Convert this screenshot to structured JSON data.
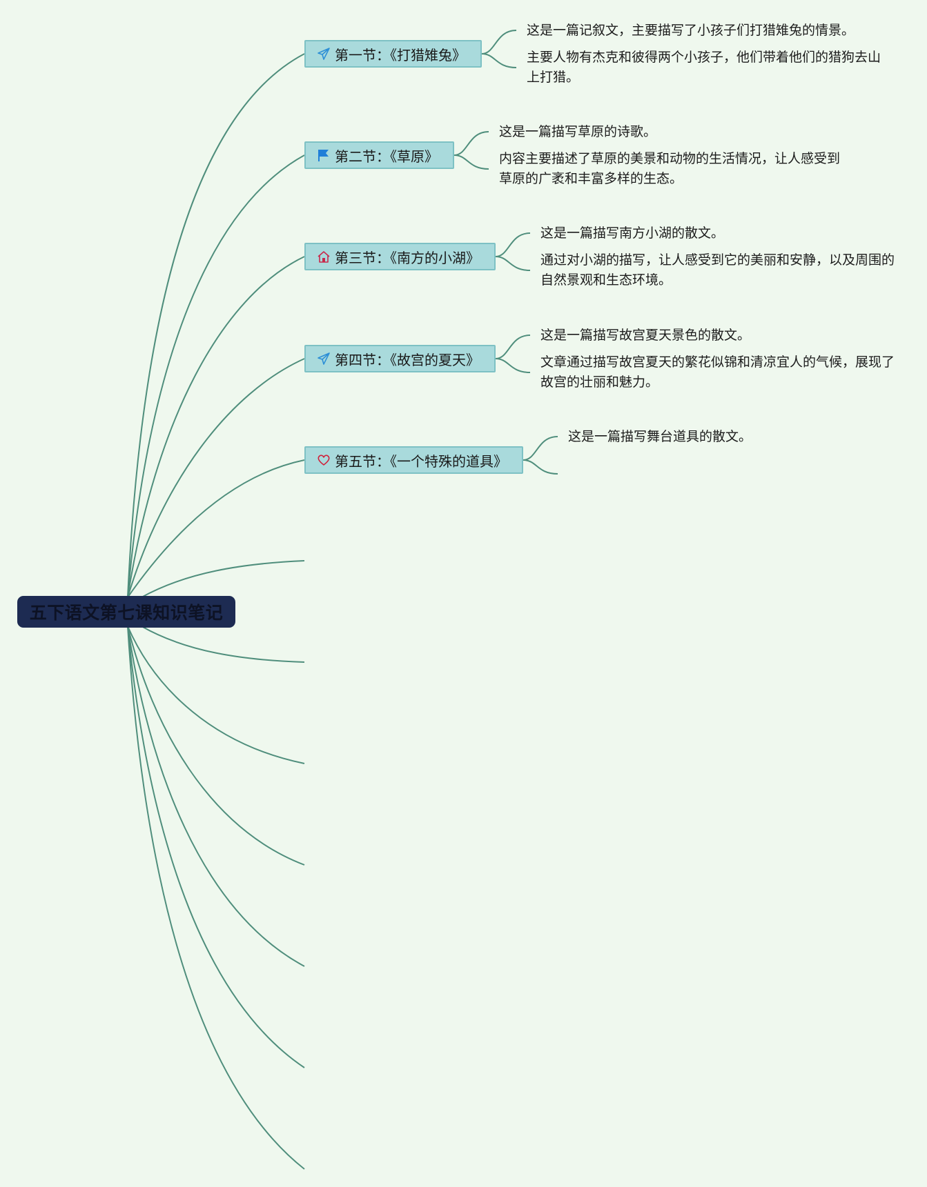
{
  "root": {
    "title": "五下语文第七课知识笔记"
  },
  "sections": [
    {
      "icon": "paper-plane-icon",
      "title": "第一节：《打猎雉兔》",
      "notes": [
        "这是一篇记叙文，主要描写了小孩子们打猎雉兔的情景。",
        "主要人物有杰克和彼得两个小孩子，他们带着他们的猎狗去山上打猎。"
      ]
    },
    {
      "icon": "flag-icon",
      "title": "第二节：《草原》",
      "notes": [
        "这是一篇描写草原的诗歌。",
        "内容主要描述了草原的美景和动物的生活情况，让人感受到草原的广袤和丰富多样的生态。"
      ]
    },
    {
      "icon": "home-icon",
      "title": "第三节：《南方的小湖》",
      "notes": [
        "这是一篇描写南方小湖的散文。",
        "通过对小湖的描写，让人感受到它的美丽和安静，以及周围的自然景观和生态环境。"
      ]
    },
    {
      "icon": "paper-plane-icon",
      "title": "第四节：《故宫的夏天》",
      "notes": [
        "这是一篇描写故宫夏天景色的散文。",
        "文章通过描写故宫夏天的繁花似锦和清凉宜人的气候，展现了故宫的壮丽和魅力。"
      ]
    },
    {
      "icon": "heart-icon",
      "title": "第五节：《一个特殊的道具》",
      "notes": [
        "这是一篇描写舞台道具的散文。",
        ""
      ]
    }
  ],
  "colors": {
    "background": "#eff8ee",
    "connector": "#4f8e7c",
    "root_fill": "#1d2b52",
    "topic_fill": "#a9dadc",
    "topic_border": "#7dc1c4"
  }
}
